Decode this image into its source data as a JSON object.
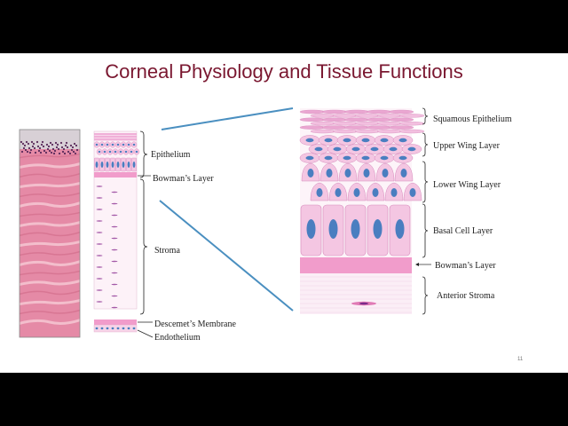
{
  "slide": {
    "title": "Corneal Physiology and Tissue Functions",
    "title_color": "#7a1730",
    "page_number": "11"
  },
  "colors": {
    "tissue_pink": "#f4c6e2",
    "tissue_mid": "#ec9fcf",
    "bowman": "#f19ccb",
    "nucleus": "#4a7ec0",
    "connector": "#4a8fc0",
    "histology_base": "#e58aa6"
  },
  "small_diagram": {
    "labels": {
      "epithelium": "Epithelium",
      "bowmans": "Bowman’s Layer",
      "stroma": "Stroma",
      "descemets": "Descemet’s Membrane",
      "endothelium": "Endothelium"
    }
  },
  "detail_diagram": {
    "labels": {
      "squamous": "Squamous Epithelium",
      "upper_wing": "Upper Wing Layer",
      "lower_wing": "Lower Wing Layer",
      "basal": "Basal Cell Layer",
      "bowmans": "Bowman’s Layer",
      "anterior_stroma": "Anterior Stroma"
    }
  }
}
